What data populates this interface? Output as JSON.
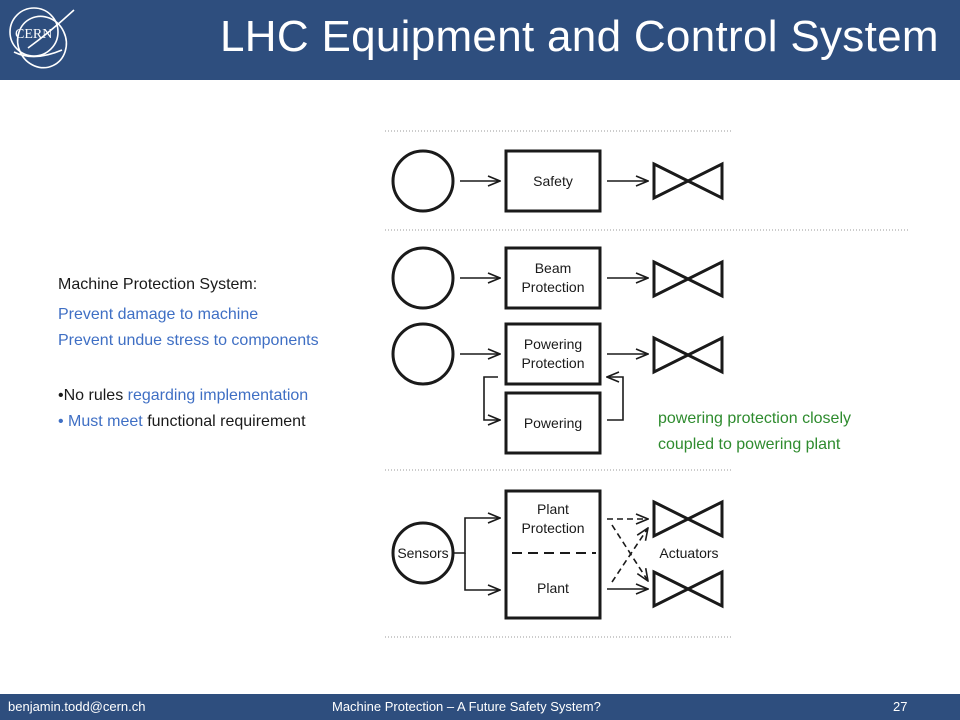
{
  "header": {
    "logo_text": "CERN",
    "title": "LHC Equipment and Control System"
  },
  "left_panel": {
    "heading": "Machine Protection System:",
    "goal_1": "Prevent damage to machine",
    "goal_2": "Prevent undue stress to components",
    "bullet_1": {
      "marker": "•",
      "part_1": "No rules",
      "part_2": " regarding implementation"
    },
    "bullet_2": {
      "marker": "•",
      "part_1": " Must meet",
      "part_2": " functional requirement"
    }
  },
  "diagram": {
    "box_safety": "Safety",
    "box_beam_line1": "Beam",
    "box_beam_line2": "Protection",
    "box_powering_prot_line1": "Powering",
    "box_powering_prot_line2": "Protection",
    "box_powering": "Powering",
    "box_plant_prot_line1": "Plant",
    "box_plant_prot_line2": "Protection",
    "box_plant": "Plant",
    "label_sensors": "Sensors",
    "label_actuators": "Actuators"
  },
  "note": {
    "line1": "powering protection closely",
    "line2": "coupled to powering plant"
  },
  "footer": {
    "email": "benjamin.todd@cern.ch",
    "center": "Machine Protection – A Future Safety System?",
    "page": "27"
  },
  "colors": {
    "header_bg": "#2e4e7e",
    "blue_text": "#3f6fc4",
    "green_text": "#2e8b2e"
  }
}
